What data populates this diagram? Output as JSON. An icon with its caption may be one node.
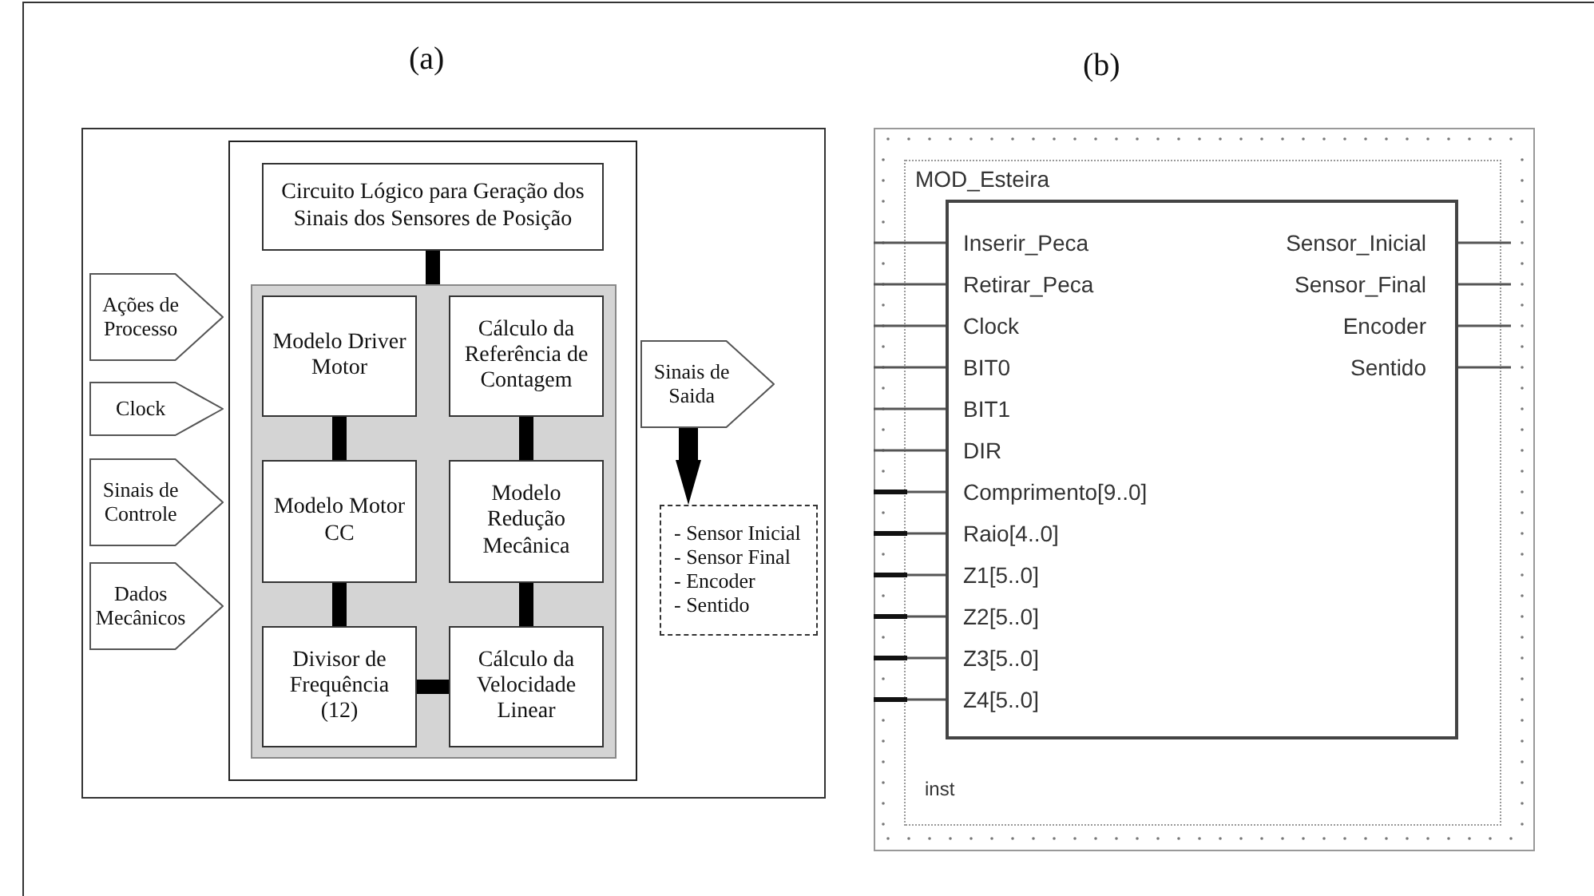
{
  "diagram": {
    "nodes": [
      {
        "text": [],
        "shape": "box"
      },
      {
        "text": [
          "Circuito Lógico para Geração dos Sinais dos Sensores de Posição"
        ],
        "in": 0
      },
      {
        "text": [],
        "shape": "box",
        "in": 0
      },
      {
        "text": [
          "Modelo Driver Motor"
        ],
        "in": 2
      },
      {
        "text": [
          "Cálculo da Referência de Contagem"
        ],
        "in": 2
      },
      {
        "text": [
          "Modelo Motor CC"
        ],
        "in": 2
      },
      {
        "text": [
          "Modelo Redução Mecânica"
        ],
        "in": 2
      },
      {
        "text": [
          "Divisor de Frequência (12)"
        ],
        "in": 2
      },
      {
        "text": [
          "Cálculo da Velocidade Linear"
        ],
        "in": 2
      },
      {
        "text": [
          "Ações de Processo"
        ]
      },
      {
        "text": [
          "Clock"
        ]
      },
      {
        "text": [
          "Sinais de Controle"
        ]
      },
      {
        "text": [
          "Dados Mecânicos"
        ]
      },
      {
        "text": [
          "Sinais de Saida"
        ]
      },
      {
        "text": [
          "- Sensor Inicial",
          "- Sensor Final",
          "- Encoder",
          "- Sentido"
        ]
      },
      {
        "text": [
          "MOD_Esteira",
          "inst"
        ]
      },
      {
        "text": [
          "Inserir_Peca",
          "Retirar_Peca",
          "Clock",
          "BIT0",
          "BIT1",
          "DIR",
          "Comprimento[9..0]",
          "Raio[4..0]",
          "Z1[5..0]",
          "Z2[5..0]",
          "Z3[5..0]",
          "Z4[5..0]",
          "Sensor_Inicial",
          "Sensor_Final",
          "Encoder",
          "Sentido"
        ],
        "in": 15
      }
    ],
    "edges": [
      {
        "from": 1,
        "to": 2,
        "arrow": "none"
      },
      {
        "from": 3,
        "to": 5,
        "arrow": "none"
      },
      {
        "from": 4,
        "to": 6,
        "arrow": "none"
      },
      {
        "from": 5,
        "to": 7,
        "arrow": "none"
      },
      {
        "from": 6,
        "to": 8,
        "arrow": "none"
      },
      {
        "from": 7,
        "to": 8,
        "arrow": "none"
      },
      {
        "from": 13,
        "to": 14,
        "arrow": "to"
      }
    ],
    "labels": [
      "(a)",
      "(b)"
    ]
  }
}
